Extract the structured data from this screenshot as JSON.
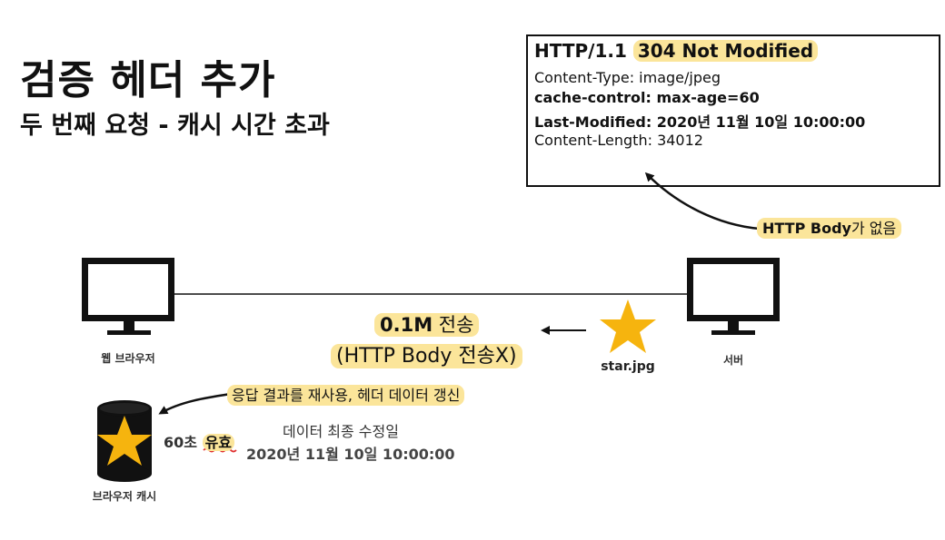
{
  "title": "검증 헤더 추가",
  "subtitle": "두 번째 요청 - 캐시 시간 초과",
  "response": {
    "status_prefix": "HTTP/1.1",
    "status_code": "304 Not Modified",
    "headers": [
      "Content-Type: image/jpeg",
      "cache-control: max-age=60",
      "Last-Modified: 2020년 11월 10일 10:00:00",
      "Content-Length: 34012"
    ]
  },
  "no_body_note": {
    "bold": "HTTP Body",
    "rest": "가 없음"
  },
  "browser_label": "웹 브라우저",
  "server_label": "서버",
  "transfer": {
    "size": "0.1M",
    "word": "전송",
    "note": "(HTTP Body 전송X)"
  },
  "file_name": "star.jpg",
  "reuse_note": "응답 결과를 재사용, 헤더 데이터 갱신",
  "cache": {
    "label": "브라우저 캐시",
    "ttl": "60초",
    "valid": "유효",
    "modified_label": "데이터 최종 수정일",
    "modified_value": "2020년 11월 10일 10:00:00"
  },
  "colors": {
    "highlight": "#fbe59a",
    "star": "#f6b40e",
    "underline": "#e03131"
  }
}
